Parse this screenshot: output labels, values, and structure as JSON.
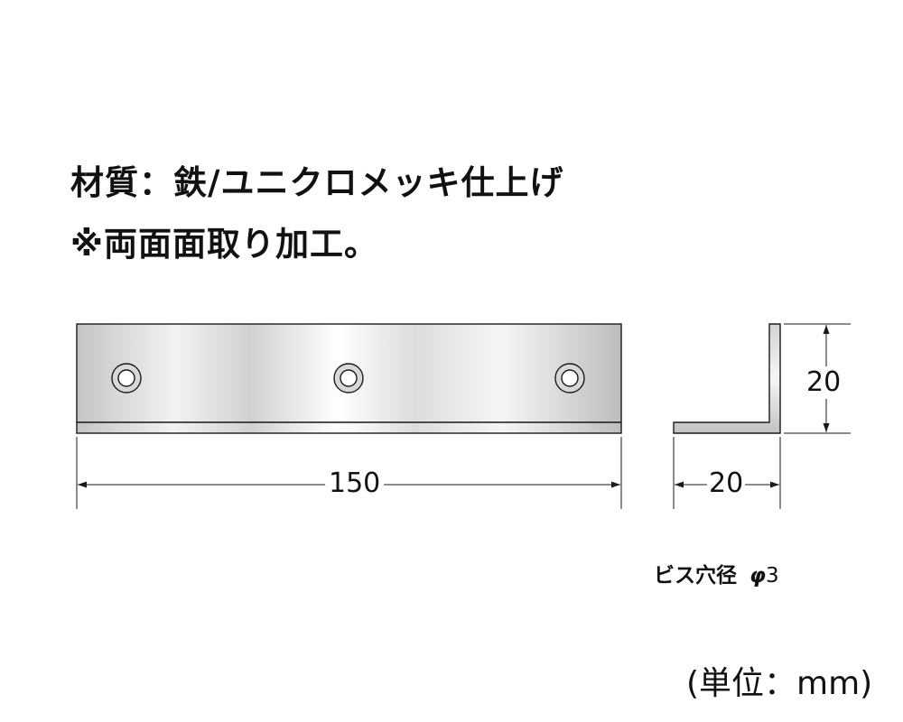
{
  "spec": {
    "material": "材質：鉄/ユニクロメッキ仕上げ",
    "chamfer": "※両面面取り加工。"
  },
  "dimensions": {
    "length": "150",
    "width": "20",
    "height": "20"
  },
  "screw_hole": {
    "label": "ビス穴径",
    "symbol": "φ",
    "diameter": "3"
  },
  "unit_note": "(単位：mm)",
  "colors": {
    "line": "#1a1a1a",
    "metal_light": "#ffffff",
    "metal_mid": "#e6e6e6",
    "metal_dark": "#b9b9b9"
  }
}
